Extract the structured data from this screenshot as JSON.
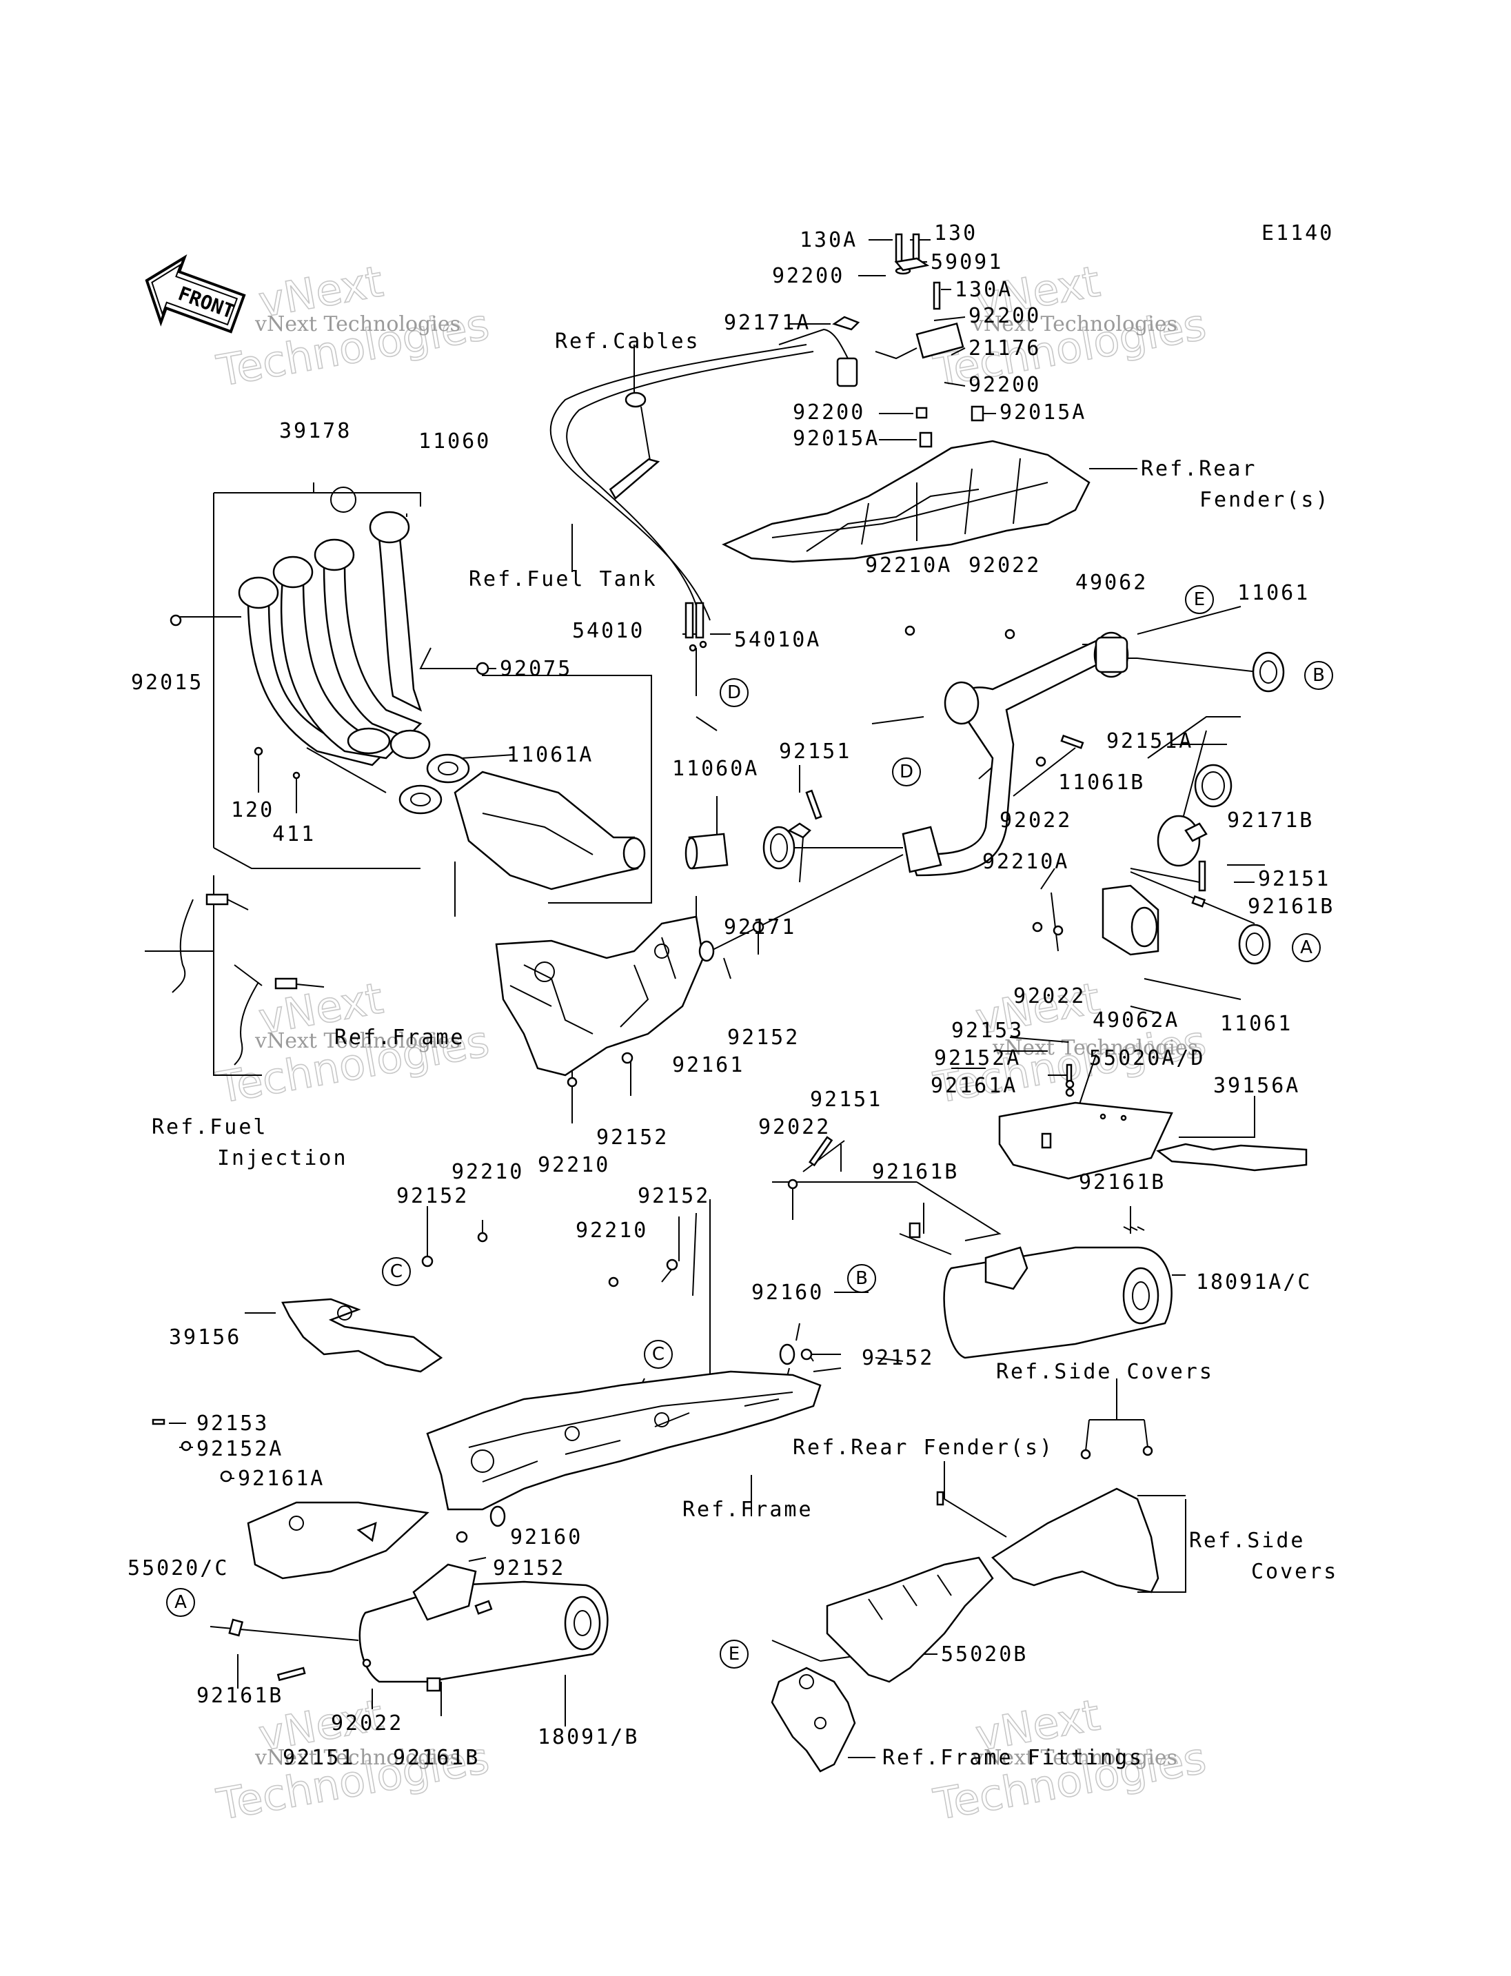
{
  "figure_code": "E1140",
  "front_label": "FRONT",
  "watermark": {
    "line1": "vNext",
    "line2": "Technologies",
    "small": "vNext Technologies"
  },
  "part_labels": {
    "p130A_top": "130A",
    "p130": "130",
    "p92200_a": "92200",
    "p59091": "59091",
    "p130A_mid": "130A",
    "p92171A": "92171A",
    "p92200_b": "92200",
    "p21176": "21176",
    "p92200_c": "92200",
    "p92200_d": "92200",
    "p92015A_r": "92015A",
    "p92015A_l": "92015A",
    "ref_cables": "Ref.Cables",
    "ref_rear_fender_1": "Ref.Rear",
    "ref_rear_fender_2": "Fender(s)",
    "ref_fuel_tank": "Ref.Fuel Tank",
    "p39178": "39178",
    "p11060": "11060",
    "p92015": "92015",
    "p92075": "92075",
    "p54010": "54010",
    "p54010A": "54010A",
    "p92210A_top": "92210A",
    "p92022_top": "92022",
    "p49062": "49062",
    "p11061_top": "11061",
    "p11061A": "11061A",
    "p120": "120",
    "p411": "411",
    "p11060A": "11060A",
    "p92151_mid": "92151",
    "p92151A": "92151A",
    "p11061B": "11061B",
    "p92022_mid": "92022",
    "p92171B": "92171B",
    "p92210A_mid": "92210A",
    "p92151_r": "92151",
    "p92161B_r": "92161B",
    "p92171": "92171",
    "p92022_r": "92022",
    "p49062A": "49062A",
    "p11061_r": "11061",
    "ref_frame_top": "Ref.Frame",
    "p92152_a": "92152",
    "p92161_a": "92161",
    "p92153_a": "92153",
    "p92152A_a": "92152A",
    "p55020A_D": "55020A/D",
    "p92161A_a": "92161A",
    "p39156A": "39156A",
    "ref_fuel_inj_1": "Ref.Fuel",
    "ref_fuel_inj_2": "Injection",
    "p92152_b": "92152",
    "p92210_a": "92210",
    "p92151_c": "92151",
    "p92022_c": "92022",
    "p92161B_c": "92161B",
    "p92161B_d": "92161B",
    "p92210_b": "92210",
    "p92152_c": "92152",
    "p92152_d": "92152",
    "p92210_c": "92210",
    "p18091A_C": "18091A/C",
    "p92160_a": "92160",
    "p92152_e": "92152",
    "p39156": "39156",
    "ref_side_covers_top": "Ref.Side Covers",
    "p92153_b": "92153",
    "p92152A_b": "92152A",
    "ref_rear_fender_low": "Ref.Rear Fender(s)",
    "p92161A_b": "92161A",
    "ref_frame_low": "Ref.Frame",
    "p92160_b": "92160",
    "ref_side_covers_r1": "Ref.Side",
    "ref_side_covers_r2": "Covers",
    "p55020_C": "55020/C",
    "p92152_f": "92152",
    "p55020B": "55020B",
    "p92161B_e": "92161B",
    "p92022_e": "92022",
    "p18091_B": "18091/B",
    "p92151_e": "92151",
    "p92161B_f": "92161B",
    "ref_frame_fittings": "Ref.Frame Fittings"
  },
  "callouts": {
    "A": "A",
    "B": "B",
    "C": "C",
    "D": "D",
    "E": "E"
  }
}
